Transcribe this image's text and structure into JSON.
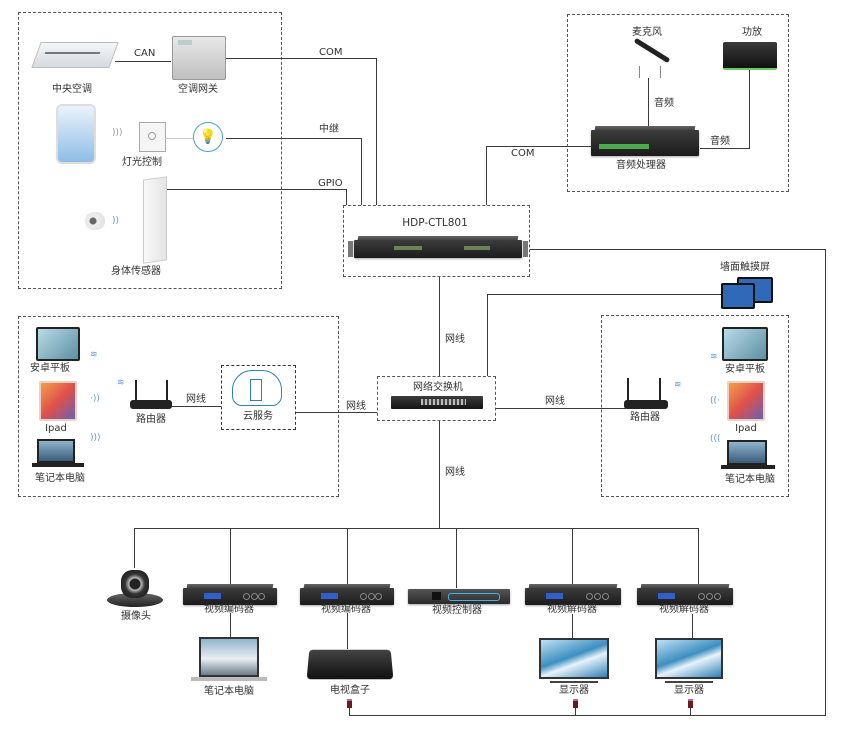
{
  "diagram": {
    "controller": {
      "label": "HDP-CTL801"
    },
    "groups": {
      "environment": {
        "central_ac": "中央空调",
        "ac_gateway": "空调网关",
        "can_link": "CAN",
        "lighting_control": "灯光控制",
        "body_sensor": "身体传感器",
        "links": {
          "com": "COM",
          "relay": "中继",
          "gpio": "GPIO"
        }
      },
      "audio": {
        "microphone": "麦克风",
        "amplifier": "功放",
        "audio_processor": "音频处理器",
        "mic_link": "音频",
        "amp_link": "音频",
        "com_link": "COM"
      },
      "left_network": {
        "android_tablet": "安卓平板",
        "ipad": "Ipad",
        "laptop": "笔记本电脑",
        "router": "路由器",
        "router_link": "网线",
        "cloud_service": "云服务",
        "cloud_link": "网线"
      },
      "right_network": {
        "android_tablet": "安卓平板",
        "ipad": "Ipad",
        "laptop": "笔记本电脑",
        "router": "路由器",
        "router_link": "网线"
      }
    },
    "switch": {
      "label": "网络交换机",
      "uplink": "网线",
      "downlink": "网线"
    },
    "wall_touch_panel": "墙面触摸屏",
    "video": {
      "camera": "摄像头",
      "encoder1": "视频编码器",
      "encoder2": "视频编码器",
      "video_controller": "视频控制器",
      "decoder1": "视频解码器",
      "decoder2": "视频解码器",
      "laptop": "笔记本电脑",
      "tv_box": "电视盒子",
      "display1": "显示器",
      "display2": "显示器"
    },
    "icons": [
      "air-conditioner-icon",
      "gateway-icon",
      "phone-app-icon",
      "switch-panel-icon",
      "bulb-icon",
      "motion-sensor-icon",
      "microphone-icon",
      "amplifier-icon",
      "router-icon",
      "cloud-server-icon",
      "wifi-icon",
      "camera-icon",
      "tv-icon",
      "ir-emitter-icon"
    ]
  }
}
